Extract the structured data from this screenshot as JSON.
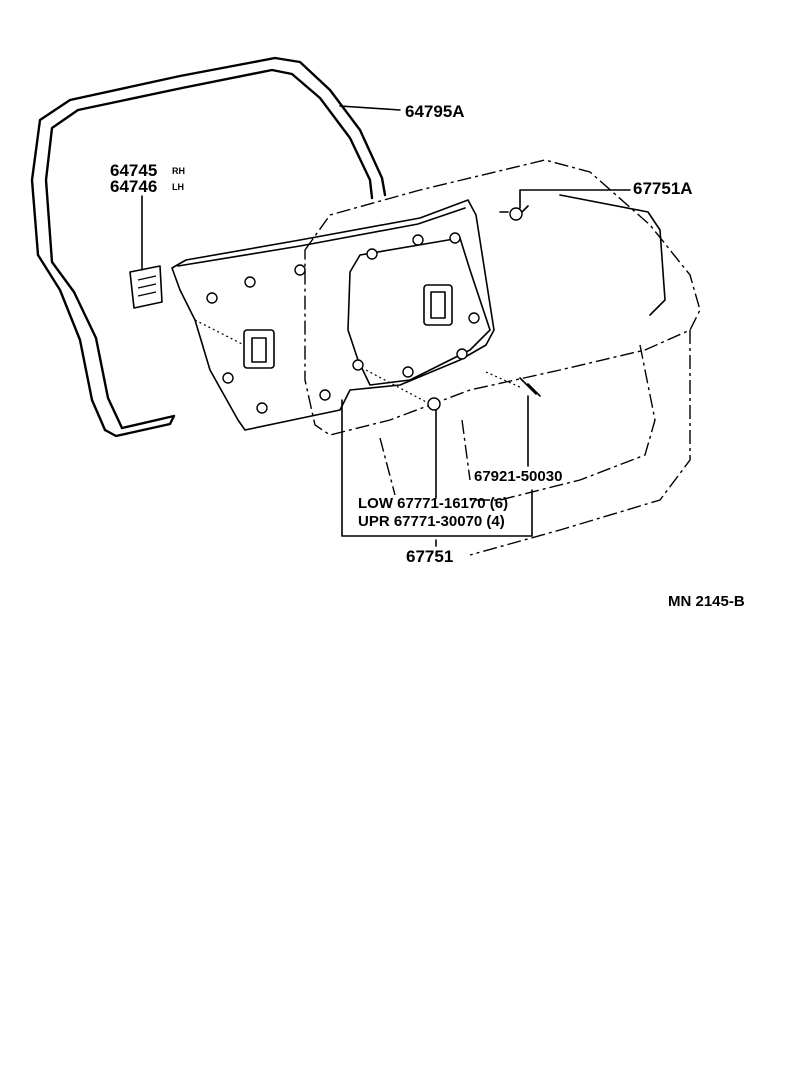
{
  "parts": {
    "weatherstrip": "64795A",
    "hinge_rh": "64745",
    "hinge_rh_side": "RH",
    "hinge_lh": "64746",
    "hinge_lh_side": "LH",
    "clip_a": "67751A",
    "screw": "67921-50030",
    "clip_low": "LOW 67771-16170 (6)",
    "clip_upr": "UPR 67771-30070 (4)",
    "board": "67751"
  },
  "diagram_code": "MN 2145-B"
}
